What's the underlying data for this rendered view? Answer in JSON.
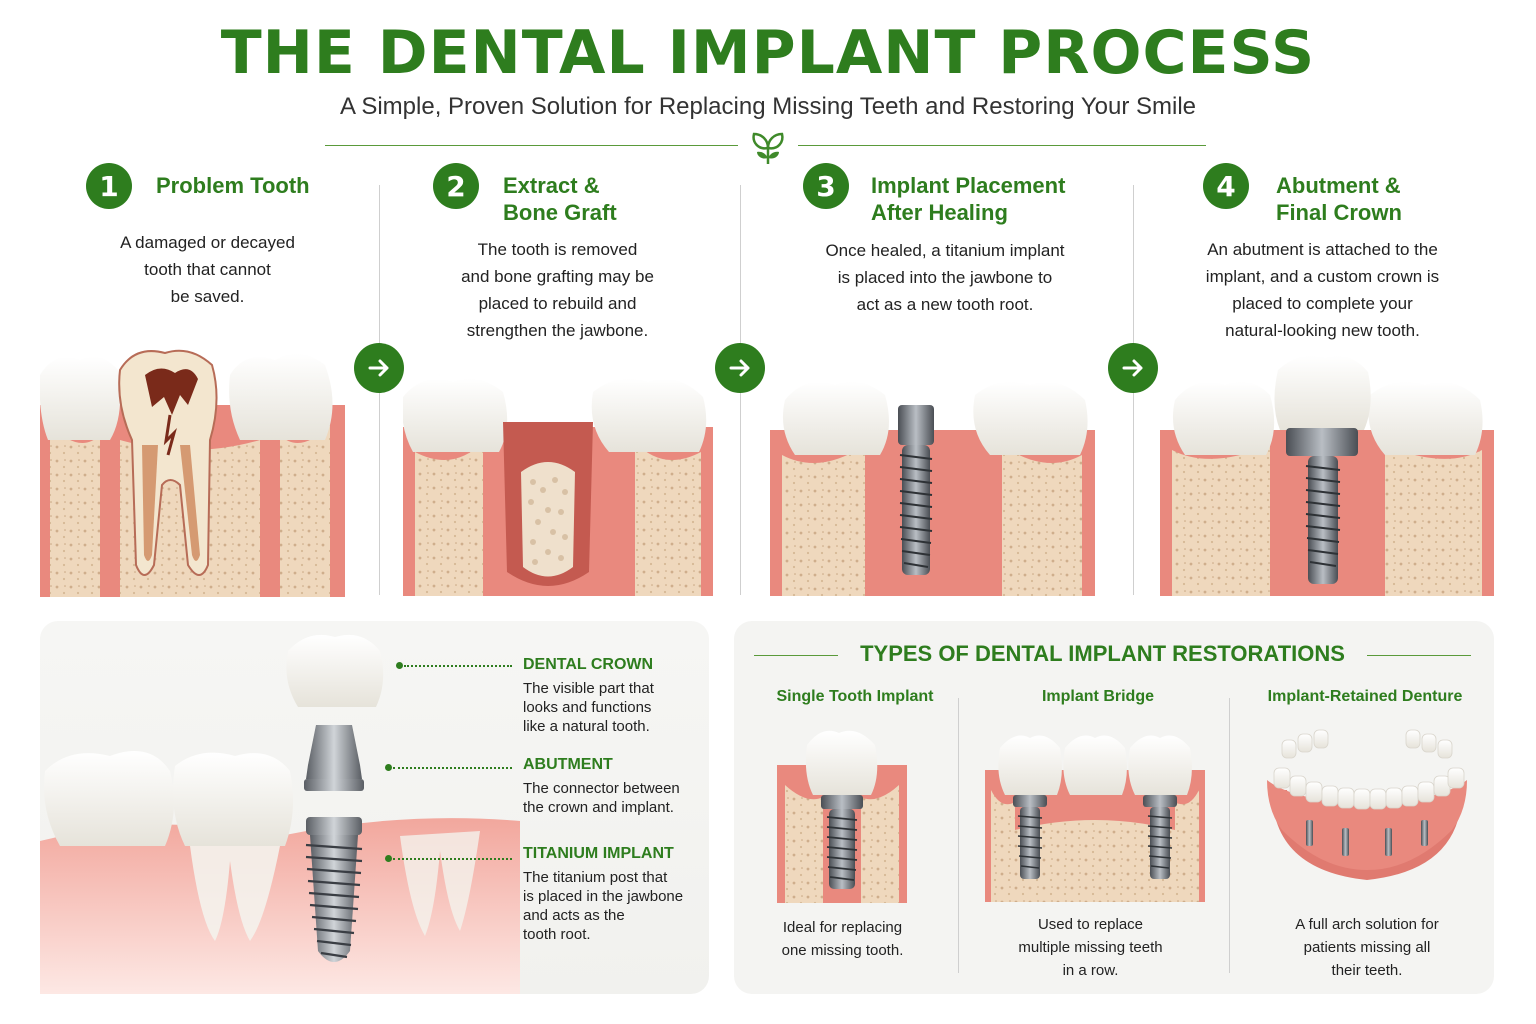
{
  "header": {
    "title": "THE DENTAL IMPLANT PROCESS",
    "subtitle": "A Simple, Proven Solution for Replacing Missing Teeth and Restoring Your Smile"
  },
  "steps": [
    {
      "number": "1",
      "title": [
        "Problem Tooth"
      ],
      "description": [
        "A damaged or decayed",
        "tooth that cannot",
        "be saved."
      ]
    },
    {
      "number": "2",
      "title": [
        "Extract &",
        "Bone Graft"
      ],
      "description": [
        "The tooth is removed",
        "and bone grafting may be",
        "placed to rebuild and",
        "strengthen the jawbone."
      ]
    },
    {
      "number": "3",
      "title": [
        "Implant Placement",
        "After Healing"
      ],
      "description": [
        "Once healed, a titanium implant",
        "is placed into the jawbone to",
        "act as a new tooth root."
      ]
    },
    {
      "number": "4",
      "title": [
        "Abutment &",
        "Final Crown"
      ],
      "description": [
        "An abutment is attached to the",
        "implant, and a custom crown is",
        "placed to complete your",
        "natural-looking new tooth."
      ]
    }
  ],
  "anatomy": {
    "parts": [
      {
        "name": "DENTAL CROWN",
        "description": [
          "The visible part that",
          "looks and functions",
          "like a natural tooth."
        ]
      },
      {
        "name": "ABUTMENT",
        "description": [
          "The connector between",
          "the crown and implant."
        ]
      },
      {
        "name": "TITANIUM IMPLANT",
        "description": [
          "The titanium post that",
          "is placed in the jawbone",
          "and acts as the",
          "tooth root."
        ]
      }
    ]
  },
  "restorations": {
    "title": "TYPES OF DENTAL IMPLANT RESTORATIONS",
    "types": [
      {
        "name": "Single Tooth Implant",
        "description": [
          "Ideal for replacing",
          "one missing tooth."
        ]
      },
      {
        "name": "Implant Bridge",
        "description": [
          "Used to replace",
          "multiple missing teeth",
          "in a row."
        ]
      },
      {
        "name": "Implant-Retained Denture",
        "description": [
          "A full arch solution for",
          "patients missing all",
          "their teeth."
        ]
      }
    ]
  },
  "icons": {
    "divider": "leaf-sprout-icon",
    "arrow": "arrow-right-icon"
  },
  "colors": {
    "brand_green": "#2e7d1e",
    "gum": "#e9897e",
    "bone": "#efd8bd",
    "enamel": "#fafaf6",
    "titanium": "#8a8f96"
  }
}
